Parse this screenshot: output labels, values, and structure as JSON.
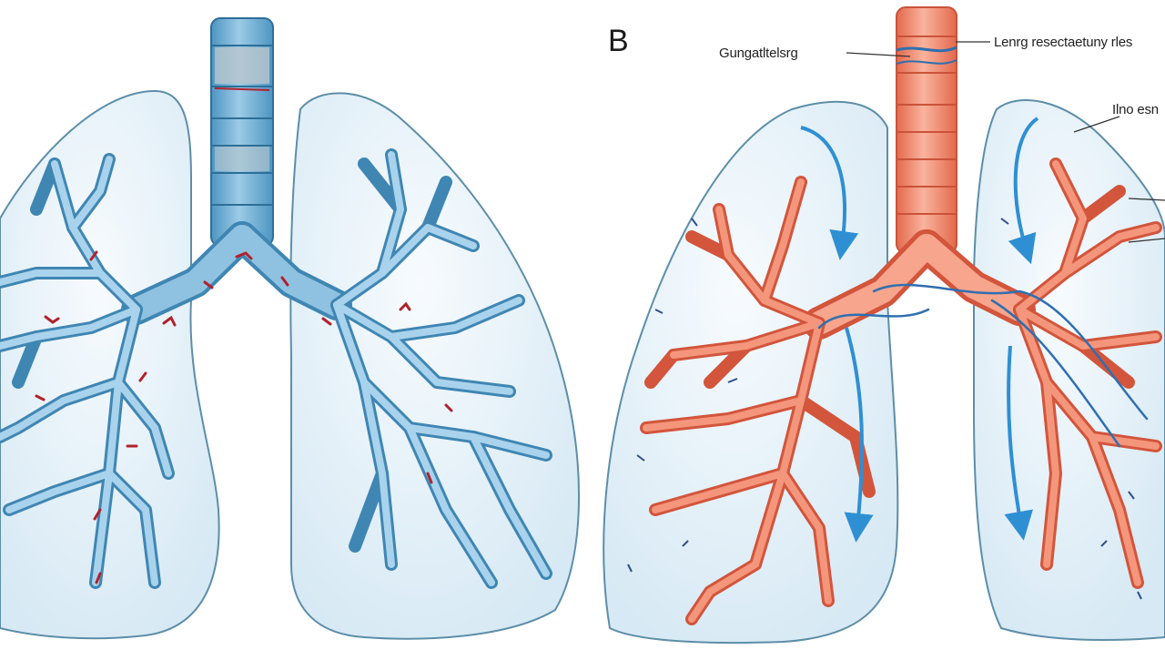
{
  "panel_label": "B",
  "callouts": {
    "left": "Gungatltelsrg",
    "top_right": "Lenrg resectaetuny rles",
    "right": "Ilno esn"
  },
  "colors": {
    "healthy_airway": "#7fb8d8",
    "healthy_airway_dark": "#3f86b3",
    "inflamed_airway": "#f0856a",
    "inflamed_airway_dark": "#d2553c",
    "lung_tissue": "#e4f1f9",
    "lung_outline": "#5d8ea8",
    "airflow_arrow": "#2f8fd3",
    "lesion_marks": "#b0222c"
  }
}
